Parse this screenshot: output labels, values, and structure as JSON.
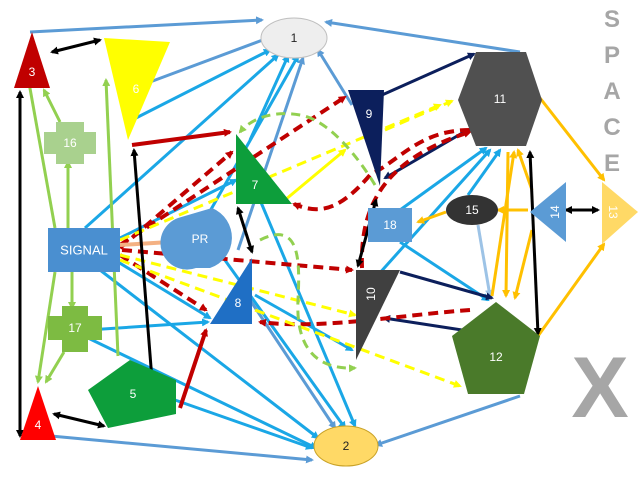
{
  "diagram": {
    "nodes": {
      "n1": "1",
      "n2": "2",
      "n3": "3",
      "n4": "4",
      "n5": "5",
      "n6": "6",
      "n7": "7",
      "n8": "8",
      "n9": "9",
      "n10": "10",
      "n11": "11",
      "n12": "12",
      "n13": "13",
      "n14": "14",
      "n15": "15",
      "n16": "16",
      "n17": "17",
      "n18": "18",
      "signal": "SIGNAL",
      "pr": "PR"
    },
    "brand": {
      "letters": [
        "S",
        "P",
        "A",
        "C",
        "E"
      ],
      "mark": "X"
    },
    "colors": {
      "blue_arrow": "#5b9bd5",
      "cyan_arrow": "#1aa7e6",
      "navy_arrow": "#0c1f5c",
      "red_arrow": "#c00000",
      "yellow_arrow": "#ffff00",
      "green_arrow": "#92d050",
      "orange_arrow": "#ffc000",
      "black_arrow": "#000000",
      "peach_arrow": "#f4b183",
      "light_blue_arrow": "#9dc3e6"
    }
  }
}
